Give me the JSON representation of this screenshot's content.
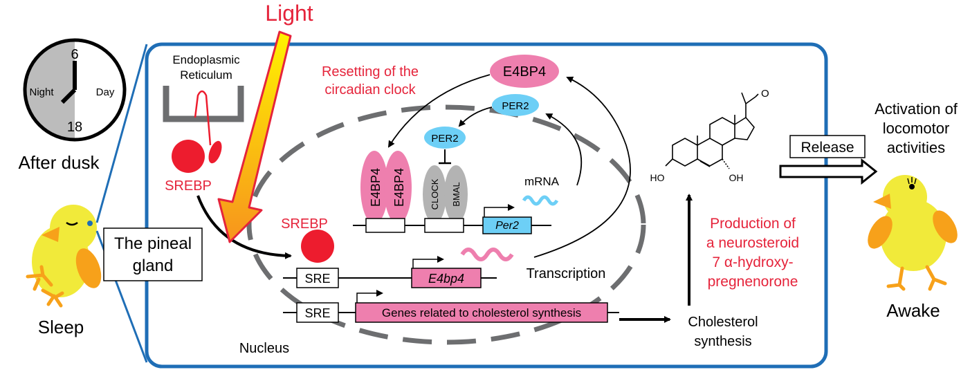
{
  "colors": {
    "red_text": "#e5243b",
    "blue_frame": "#1f6eb6",
    "pink": "#ee7fae",
    "cyan": "#6dcff6",
    "gray": "#b3b3b3",
    "yellow": "#f1ea3a",
    "orange": "#f7a11a",
    "srebp_red": "#ed1c2e"
  },
  "clock": {
    "label_top": "6",
    "label_bottom": "18",
    "label_night": "Night",
    "label_day": "Day",
    "caption": "After dusk"
  },
  "light_label": "Light",
  "left_chick": {
    "caption": "Sleep"
  },
  "pineal_label": {
    "line1": "The pineal",
    "line2": "gland"
  },
  "er_label": {
    "line1": "Endoplasmic",
    "line2": "Reticulum"
  },
  "srebp_labels": {
    "er_srebp": "SREBP",
    "nuclear_srebp": "SREBP"
  },
  "resetting": {
    "line1": "Resetting of the",
    "line2": "circadian clock"
  },
  "proteins": {
    "e4bp4_top": "E4BP4",
    "per2_top": "PER2",
    "per2_mid": "PER2",
    "e4bp4_a": "E4BP4",
    "e4bp4_b": "E4BP4",
    "clock": "CLOCK",
    "bmal": "BMAL"
  },
  "genes": {
    "per2": "Per2",
    "e4bp4": "E4bp4",
    "sre_1": "SRE",
    "sre_2": "SRE",
    "cholesterol_genes": "Genes related to cholesterol synthesis"
  },
  "mrna_label": "mRNA",
  "transcription_label": "Transcription",
  "nucleus_label": "Nucleus",
  "cholesterol": {
    "line1": "Cholesterol",
    "line2": "synthesis"
  },
  "production": {
    "line1": "Production of",
    "line2": "a neurosteroid",
    "line3": "7 α-hydroxy-",
    "line4": "pregnenorone"
  },
  "steroid_labels": {
    "ho": "HO",
    "oh": "OH"
  },
  "release_label": "Release",
  "activation": {
    "line1": "Activation of",
    "line2": "locomotor",
    "line3": "activities"
  },
  "right_chick": {
    "caption": "Awake"
  }
}
